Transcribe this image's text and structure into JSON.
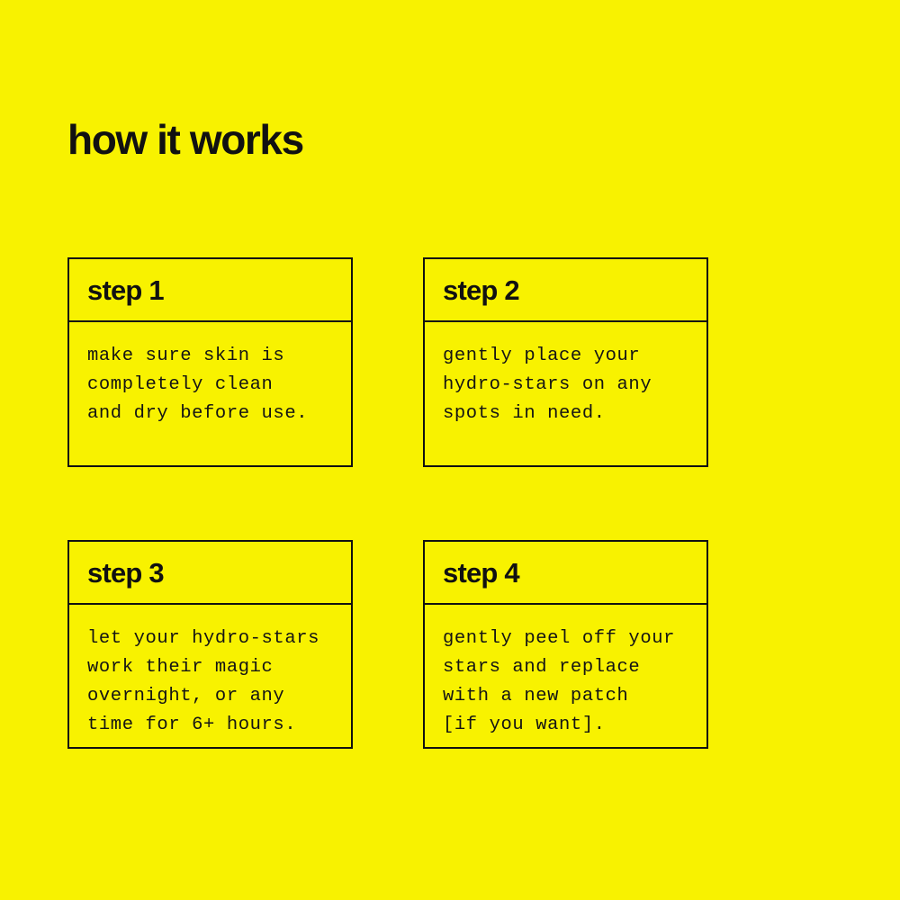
{
  "theme": {
    "background_color": "#f8f200",
    "ink_color": "#111111"
  },
  "header": {
    "title": "how it works"
  },
  "steps": [
    {
      "label": "step 1",
      "lines": [
        "make sure skin is",
        "completely clean",
        "and dry before use."
      ]
    },
    {
      "label": "step 2",
      "lines": [
        "gently place your",
        "hydro-stars on any",
        "spots in need."
      ]
    },
    {
      "label": "step 3",
      "lines": [
        "let your hydro-stars",
        "work their magic",
        "overnight, or any",
        "time for 6+ hours."
      ]
    },
    {
      "label": "step 4",
      "lines": [
        "gently peel off your",
        "stars and replace",
        "with a new patch",
        "[if you want]."
      ]
    }
  ]
}
